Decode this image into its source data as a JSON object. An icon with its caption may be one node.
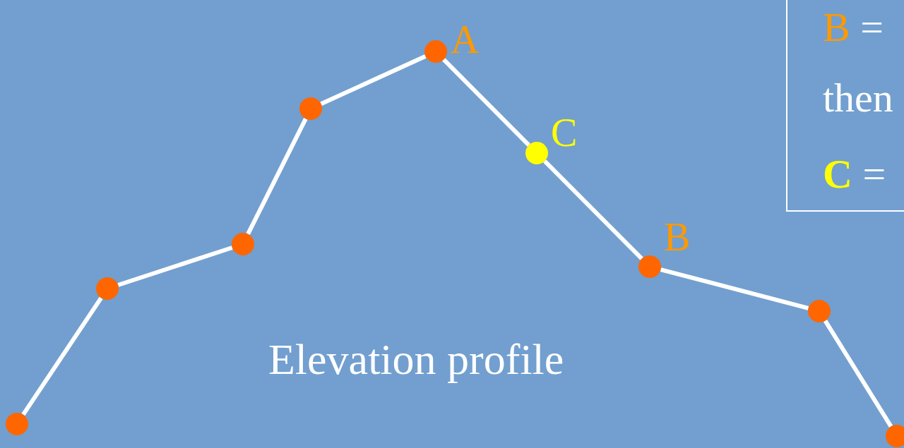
{
  "diagram": {
    "nodes": [
      {
        "text": [],
        "shape": "circle"
      },
      {
        "text": [],
        "shape": "circle"
      },
      {
        "text": [],
        "shape": "circle"
      },
      {
        "text": [],
        "shape": "circle"
      },
      {
        "text": [],
        "shape": "circle",
        "beside": [
          "A"
        ]
      },
      {
        "text": [],
        "shape": "circle",
        "beside": [
          "C"
        ]
      },
      {
        "text": [],
        "shape": "circle",
        "beside": [
          "B"
        ]
      },
      {
        "text": [],
        "shape": "circle"
      },
      {
        "text": [],
        "shape": "circle"
      },
      {
        "text": [
          "B =",
          "then",
          "C ="
        ]
      }
    ],
    "edges": [
      {
        "from": 0,
        "to": 1,
        "arrow": "none"
      },
      {
        "from": 1,
        "to": 2,
        "arrow": "none"
      },
      {
        "from": 2,
        "to": 3,
        "arrow": "none"
      },
      {
        "from": 3,
        "to": 4,
        "arrow": "none"
      },
      {
        "from": 4,
        "to": 5,
        "arrow": "none"
      },
      {
        "from": 5,
        "to": 6,
        "arrow": "none"
      },
      {
        "from": 6,
        "to": 7,
        "arrow": "none"
      },
      {
        "from": 7,
        "to": 8,
        "arrow": "none"
      }
    ],
    "labels": [
      "Elevation profile"
    ]
  }
}
